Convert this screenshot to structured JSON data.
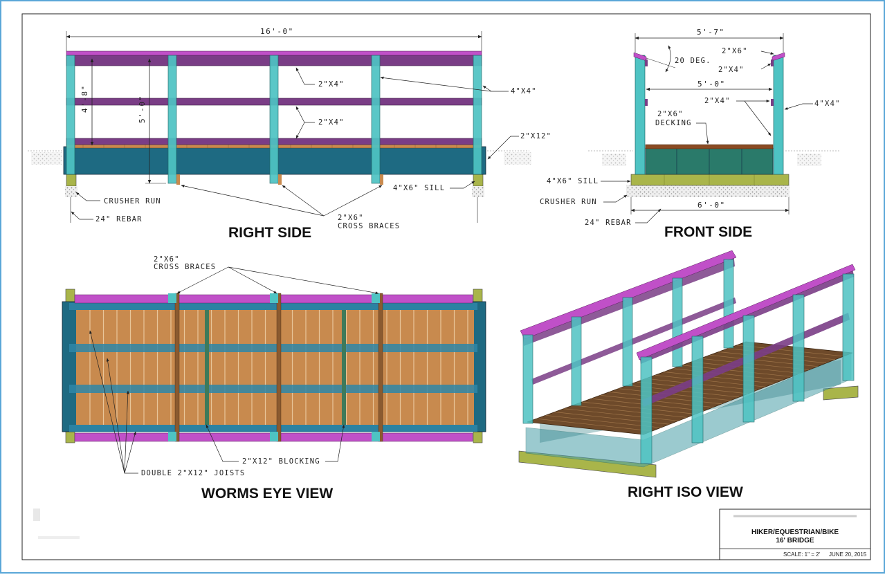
{
  "colors": {
    "post": "#4ec3c3",
    "rail": "#7a3d86",
    "handrail": "#c050c8",
    "deck": "#c88a4e",
    "stringer": "#1e6a82",
    "sill": "#a9b54a",
    "gravel": "#d8d8d8"
  },
  "right_side": {
    "title": "RIGHT SIDE",
    "dim_length": "16'-0\"",
    "dim_rail_height": "4'-8\"",
    "dim_post_height": "5'-0\"",
    "lbl_rail_upper": "2\"X4\"",
    "lbl_rail_lower": "2\"X4\"",
    "lbl_post": "4\"X4\"",
    "lbl_joist": "2\"X12\"",
    "lbl_sill": "4\"X6\" SILL",
    "lbl_crusher": "CRUSHER RUN",
    "lbl_rebar": "24\" REBAR",
    "lbl_braces_1": "2\"X6\"",
    "lbl_braces_2": "CROSS BRACES"
  },
  "front_side": {
    "title": "FRONT SIDE",
    "dim_top": "5'-7\"",
    "dim_inner": "5'-0\"",
    "dim_sill": "6'-0\"",
    "lbl_angle": "20 DEG.",
    "lbl_cap": "2\"X6\"",
    "lbl_rail_top": "2\"X4\"",
    "lbl_rail": "2\"X4\"",
    "lbl_post": "4\"X4\"",
    "lbl_decking_1": "2\"X6\"",
    "lbl_decking_2": "DECKING",
    "lbl_sill": "4\"X6\" SILL",
    "lbl_crusher": "CRUSHER RUN",
    "lbl_rebar": "24\" REBAR"
  },
  "worms_eye": {
    "title": "WORMS EYE VIEW",
    "lbl_braces_1": "2\"X6\"",
    "lbl_braces_2": "CROSS BRACES",
    "lbl_blocking": "2\"X12\" BLOCKING",
    "lbl_joists": "DOUBLE 2\"X12\" JOISTS"
  },
  "iso": {
    "title": "RIGHT ISO VIEW"
  },
  "title_block": {
    "line1": "HIKER/EQUESTRIAN/BIKE",
    "line2": "16' BRIDGE",
    "scale": "SCALE: 1\" = 2'",
    "date": "JUNE 20, 2015"
  }
}
